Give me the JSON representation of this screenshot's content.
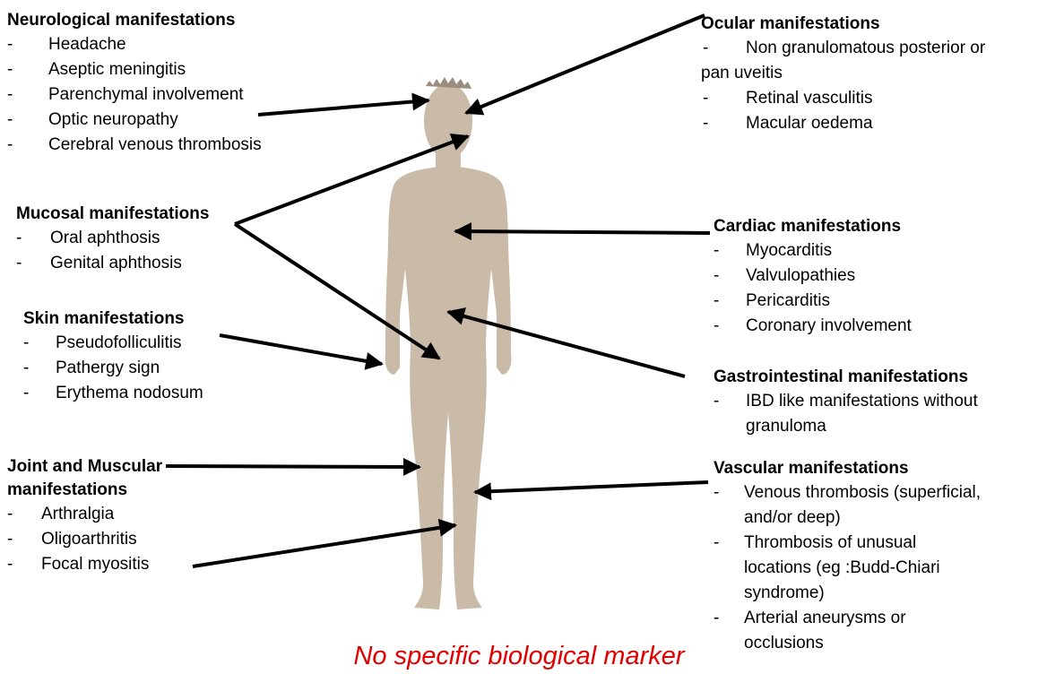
{
  "neuro": {
    "title": "Neurological manifestations",
    "items": [
      "Headache",
      "Aseptic meningitis",
      "Parenchymal involvement",
      "Optic neuropathy",
      "Cerebral venous thrombosis"
    ]
  },
  "mucosal": {
    "title": "Mucosal manifestations",
    "items": [
      "Oral aphthosis",
      "Genital aphthosis"
    ]
  },
  "skin": {
    "title": "Skin manifestations",
    "items": [
      "Pseudofolliculitis",
      "Pathergy sign",
      "Erythema nodosum"
    ]
  },
  "joint": {
    "title_line1": "Joint and Muscular",
    "title_line2": "manifestations",
    "items": [
      "Arthralgia",
      "Oligoarthritis",
      "Focal myositis"
    ]
  },
  "ocular": {
    "title": "Ocular manifestations",
    "item1_line1": "Non granulomatous posterior or",
    "item1_line2": "pan uveitis",
    "items": [
      "Retinal vasculitis",
      "Macular oedema"
    ]
  },
  "cardiac": {
    "title": "Cardiac manifestations",
    "items": [
      "Myocarditis",
      "Valvulopathies",
      "Pericarditis",
      "Coronary involvement"
    ]
  },
  "gi": {
    "title": "Gastrointestinal manifestations",
    "items": [
      "IBD like manifestations without granuloma"
    ]
  },
  "vascular": {
    "title": "Vascular manifestations",
    "items": [
      "Venous thrombosis (superficial, and/or deep)",
      "Thrombosis of unusual locations (eg :Budd-Chiari syndrome)",
      "Arterial aneurysms or occlusions"
    ]
  },
  "dash": "-",
  "footer": "No specific biological marker",
  "colors": {
    "body": "#c9bba8",
    "footer": "#e00000",
    "text": "#000000"
  }
}
